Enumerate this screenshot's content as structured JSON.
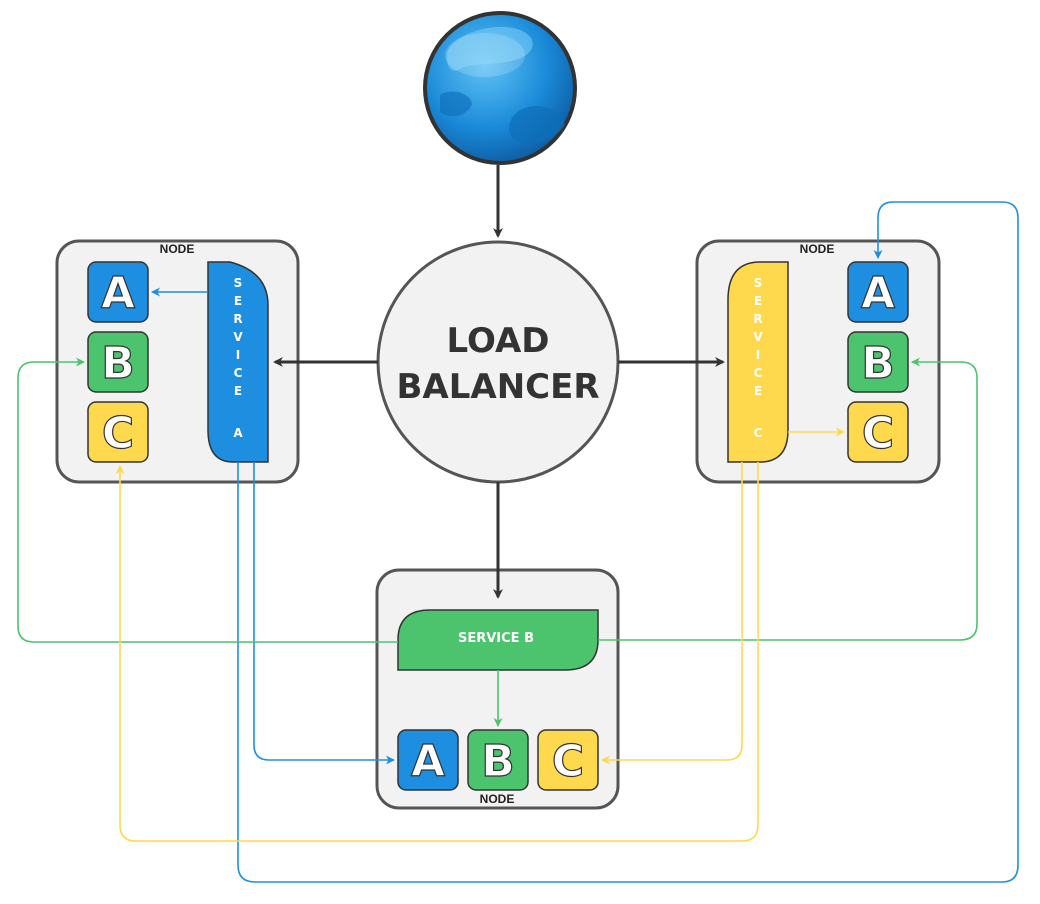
{
  "colors": {
    "service_a": "#1e8fe0",
    "service_b": "#4cc46e",
    "service_c": "#ffd94d",
    "globe": "#1a8ad8",
    "load_balancer_fill": "#f2f2f2",
    "node_fill": "#f2f2f2",
    "border": "#555555",
    "arrow": "#333333"
  },
  "icons": {
    "globe": "globe-icon"
  },
  "load_balancer": {
    "line1": "LOAD",
    "line2": "BALANCER"
  },
  "nodes": {
    "left": {
      "label": "NODE",
      "service_text": [
        "S",
        "E",
        "R",
        "V",
        "I",
        "C",
        "E",
        "",
        "A"
      ]
    },
    "right": {
      "label": "NODE",
      "service_text": [
        "S",
        "E",
        "R",
        "V",
        "I",
        "C",
        "E",
        "",
        "C"
      ]
    },
    "bottom": {
      "label": "NODE",
      "service_text": "SERVICE B"
    }
  },
  "letters": {
    "a": "A",
    "b": "B",
    "c": "C"
  }
}
